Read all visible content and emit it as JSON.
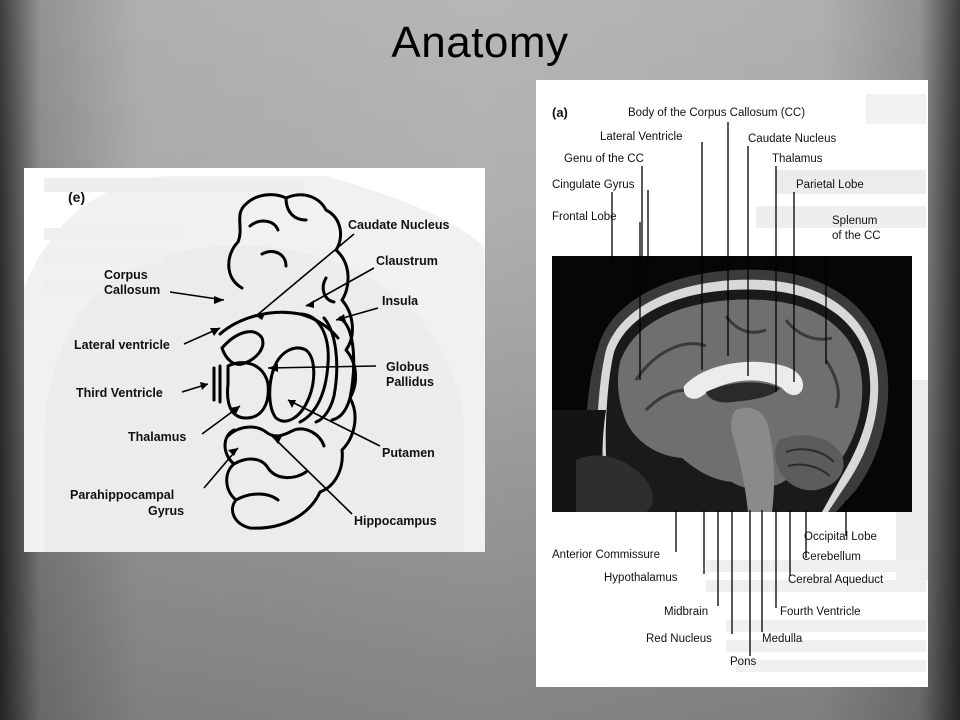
{
  "slide": {
    "title": "Anatomy"
  },
  "left_figure": {
    "panel_tag": "(e)",
    "labels": {
      "caudate_nucleus": "Caudate Nucleus",
      "claustrum": "Claustrum",
      "corpus_callosum_1": "Corpus",
      "corpus_callosum_2": "Callosum",
      "insula": "Insula",
      "lateral_ventricle": "Lateral ventricle",
      "globus_pallidus_1": "Globus",
      "globus_pallidus_2": "Pallidus",
      "third_ventricle": "Third Ventricle",
      "thalamus": "Thalamus",
      "putamen": "Putamen",
      "parahippocampal_1": "Parahippocampal",
      "parahippocampal_2": "Gyrus",
      "hippocampus": "Hippocampus"
    }
  },
  "right_figure": {
    "panel_tag": "(a)",
    "labels": {
      "body_cc": "Body of the Corpus Callosum (CC)",
      "lateral_ventricle": "Lateral Ventricle",
      "caudate_nucleus": "Caudate Nucleus",
      "genu_cc": "Genu of the CC",
      "thalamus": "Thalamus",
      "cingulate_gyrus": "Cingulate Gyrus",
      "parietal_lobe": "Parietal Lobe",
      "frontal_lobe": "Frontal Lobe",
      "splenum_1": "Splenum",
      "splenum_2": "of the CC",
      "occipital_lobe": "Occipital Lobe",
      "anterior_commissure": "Anterior Commissure",
      "cerebellum": "Cerebellum",
      "hypothalamus": "Hypothalamus",
      "cerebral_aqueduct": "Cerebral Aqueduct",
      "midbrain": "Midbrain",
      "fourth_ventricle": "Fourth Ventricle",
      "red_nucleus": "Red Nucleus",
      "medulla": "Medulla",
      "pons": "Pons"
    }
  }
}
